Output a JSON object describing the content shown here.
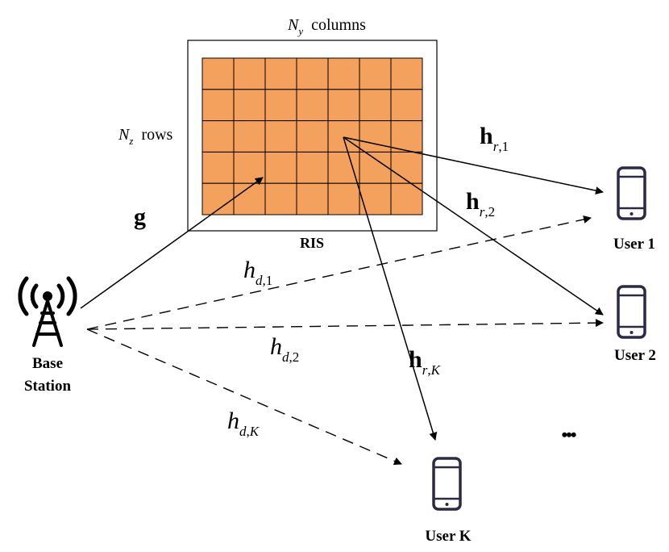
{
  "ris": {
    "label": "RIS",
    "rows": 5,
    "cols": 7,
    "cols_caption": {
      "sym": "N",
      "sub": "y",
      "text": "columns"
    },
    "rows_caption": {
      "sym": "N",
      "sub": "z",
      "text": "rows"
    },
    "element_color": "#f4a15d",
    "frame_color": "#000000"
  },
  "base_station": {
    "line1": "Base",
    "line2": "Station"
  },
  "users": [
    {
      "label": "User 1"
    },
    {
      "label": "User 2"
    },
    {
      "label": "User K"
    }
  ],
  "ellipsis": "•••",
  "channels": {
    "g": {
      "sym": "g"
    },
    "hr1": {
      "sym": "h",
      "sub": "r",
      "idx": "1"
    },
    "hr2": {
      "sym": "h",
      "sub": "r",
      "idx": "2"
    },
    "hrK": {
      "sym": "h",
      "sub": "r",
      "idx": "K"
    },
    "hd1": {
      "sym": "h",
      "sub": "d",
      "idx": "1"
    },
    "hd2": {
      "sym": "h",
      "sub": "d",
      "idx": "2"
    },
    "hdK": {
      "sym": "h",
      "sub": "d",
      "idx": "K"
    }
  },
  "colors": {
    "phone_outline": "#2b2a45",
    "line": "#000000"
  }
}
